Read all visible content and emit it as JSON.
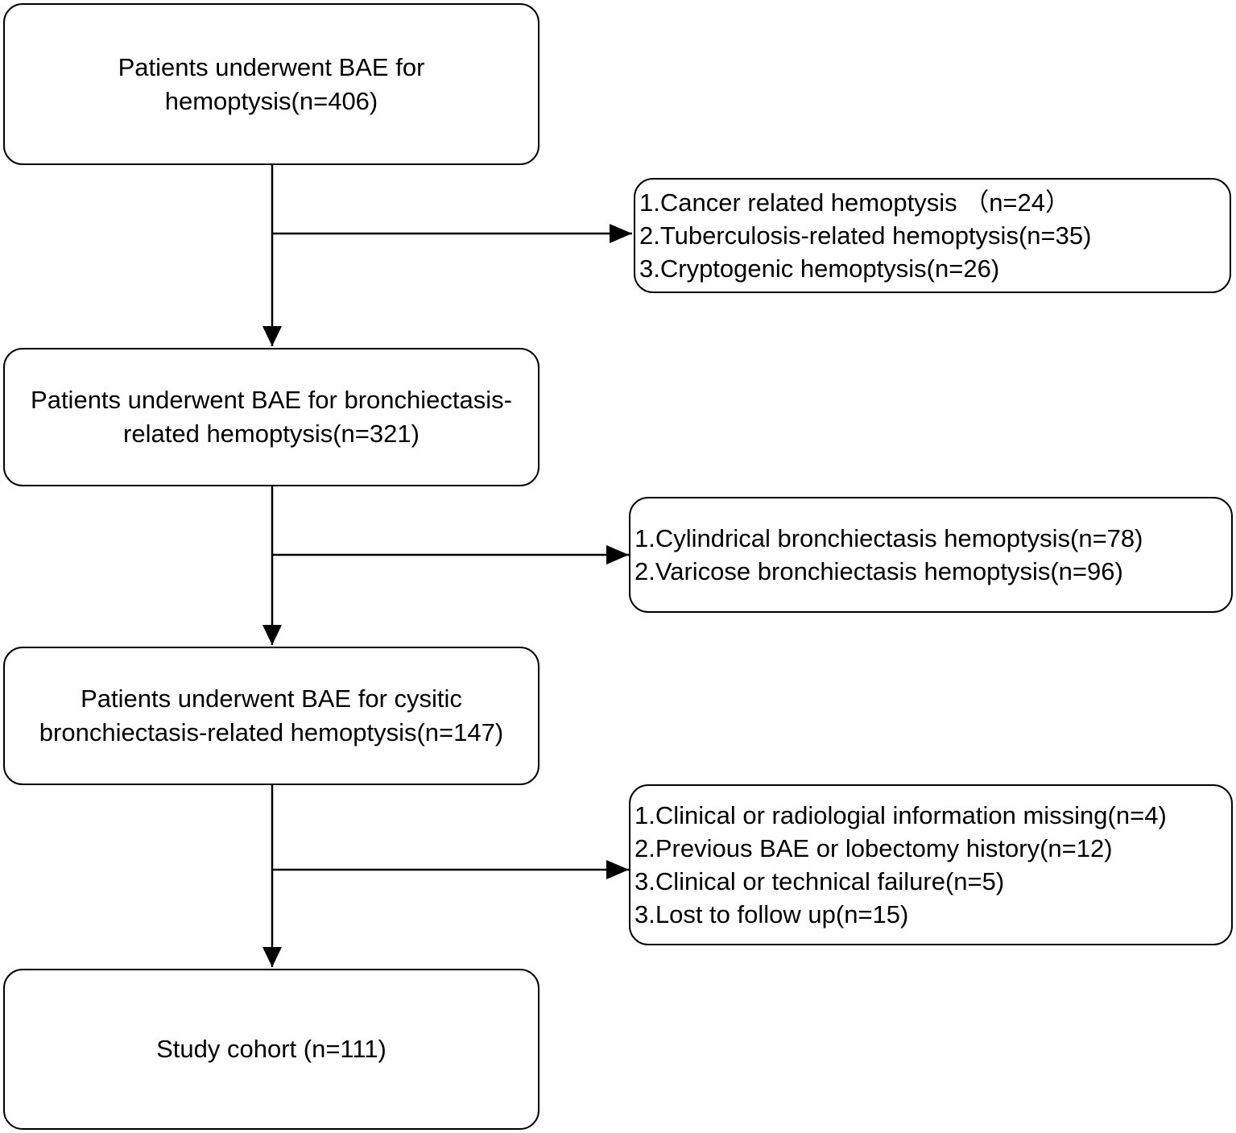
{
  "flow": {
    "step1": {
      "text": "Patients underwent BAE for hemoptysis(n=406)"
    },
    "step2": {
      "text": "Patients underwent BAE for bronchiectasis-related hemoptysis(n=321)"
    },
    "step3": {
      "text": "Patients underwent BAE for cysitic bronchiectasis-related hemoptysis(n=147)"
    },
    "step4": {
      "text": "Study cohort (n=111)"
    }
  },
  "exclusions": {
    "first": [
      "1.Cancer related hemoptysis （n=24）",
      "2.Tuberculosis-related hemoptysis(n=35)",
      "3.Cryptogenic hemoptysis(n=26)"
    ],
    "second": [
      "1.Cylindrical bronchiectasis hemoptysis(n=78)",
      "2.Varicose bronchiectasis hemoptysis(n=96)"
    ],
    "third": [
      "1.Clinical or radiologial information missing(n=4)",
      "2.Previous BAE or lobectomy history(n=12)",
      "3.Clinical or technical failure(n=5)",
      "3.Lost to follow up(n=15)"
    ]
  }
}
